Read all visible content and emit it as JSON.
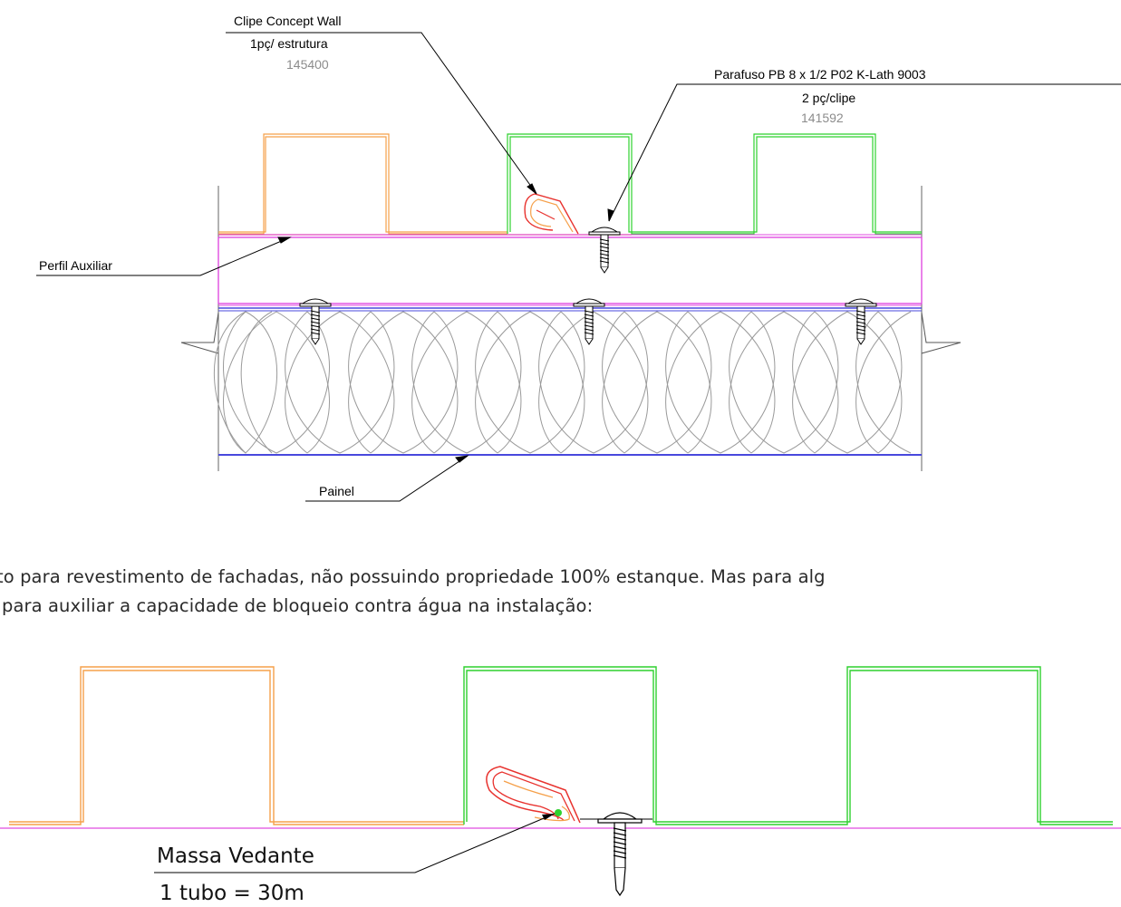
{
  "top_detail": {
    "clip": {
      "name": "Clipe Concept Wall",
      "qty": "1pç/ estrutura",
      "code": "145400"
    },
    "screw": {
      "name": "Parafuso PB 8 x 1/2 P02 K-Lath 9003",
      "qty": "2 pç/clipe",
      "code": "141592"
    },
    "profile_label": "Perfil Auxiliar",
    "panel_label": "Painel"
  },
  "paragraph": {
    "line1": "to para revestimento de fachadas, não possuindo propriedade 100% estanque. Mas para alg",
    "line2": "para auxiliar a capacidade de bloqueio contra água na instalação:"
  },
  "bottom_detail": {
    "sealant_label": "Massa Vedante",
    "sealant_qty": "1 tubo = 30m"
  },
  "colors": {
    "orange": "#f5a04a",
    "green": "#2fd12f",
    "red": "#e8322e",
    "magenta": "#e04ce0",
    "blue": "#4848dd",
    "insulation": "#9a9a9a"
  }
}
